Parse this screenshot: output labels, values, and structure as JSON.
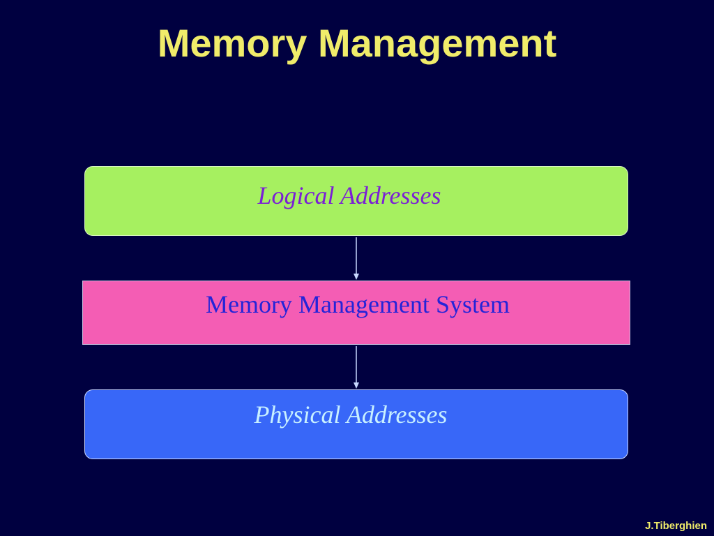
{
  "slide": {
    "title": "Memory Management",
    "credit": "J.Tiberghien"
  },
  "diagram": {
    "nodes": [
      {
        "id": "logical",
        "label": "Logical Addresses",
        "color": "#a6f060",
        "text_color": "#7a1fd6"
      },
      {
        "id": "mms",
        "label": "Memory Management System",
        "color": "#f45db4",
        "text_color": "#2424d8"
      },
      {
        "id": "physical",
        "label": "Physical Addresses",
        "color": "#3867f8",
        "text_color": "#c8f0ff"
      }
    ],
    "edges": [
      {
        "from": "logical",
        "to": "mms"
      },
      {
        "from": "mms",
        "to": "physical"
      }
    ]
  },
  "colors": {
    "background": "#000040",
    "title": "#f0ec6a",
    "arrow": "#c8d8ff"
  }
}
